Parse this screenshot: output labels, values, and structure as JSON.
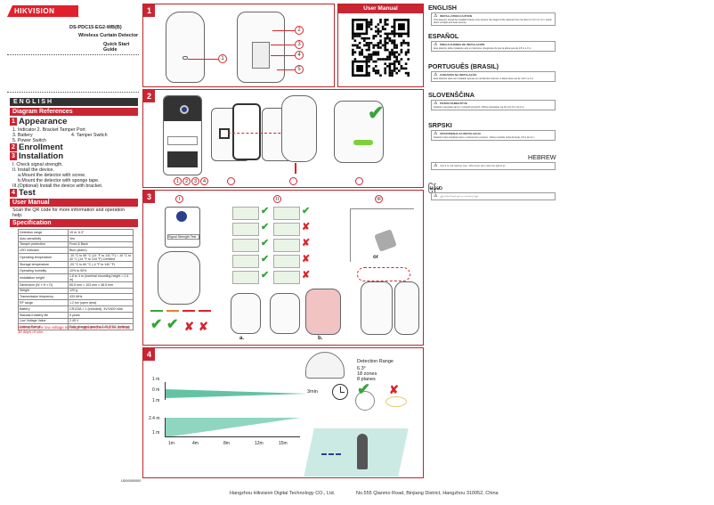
{
  "brand": {
    "logo": "HIKVISION",
    "accent": "#c92533"
  },
  "header": {
    "model": "DS-PDC15-EG2-WB(B)",
    "product": "Wireless  Curtain  Detector",
    "guide": "Quick  Start  Guide"
  },
  "left": {
    "lang_title": "ENGLISH",
    "diagram_refs": "Diagram References",
    "appearance": {
      "num": "1",
      "title": "Appearance",
      "lines": [
        "1. Indicator 2. Bracket Tamper Port",
        "3. Battery",
        "5. Power Switch"
      ],
      "tamper": "4. Tamper Switch"
    },
    "enrollment": {
      "num": "2",
      "title": "Enrollment"
    },
    "installation": {
      "num": "3",
      "title": "Installation",
      "lines": [
        "I. Check signal strength.",
        "II. Install the device.",
        "a.Mount the detector with screw.",
        "b.Mount the detector with sponge tape.",
        "III.(Optional) Install the device with bracket."
      ]
    },
    "test": {
      "num": "4",
      "title": "Test"
    },
    "user_manual": "User Manual",
    "user_manual_text": [
      "Scan the QR code for more information and operation",
      "help."
    ],
    "specification": "Specification",
    "spec_rows": [
      [
        "Detection range",
        "15 m, 6.3°"
      ],
      [
        "Auto-sensitivity",
        "Yes"
      ],
      [
        "Tamper protection",
        "Front & Back"
      ],
      [
        "LED Indicator",
        "Blue (alarm)"
      ],
      [
        "Operating temperature",
        "-10 °C to 55 °C (14 °F to 131 °F)\n-10 °C to 40 °C (14 °F to 104 °F) Certified"
      ],
      [
        "Storage temperature",
        "-20 °C to 60 °C (-4 °F to 140 °F)"
      ],
      [
        "Operating humidity",
        "10% to 90%"
      ],
      [
        "Installation height",
        "1.8 to 3 m (nominal mounting height = 2.4 m)"
      ],
      [
        "Dimension (W × H × D)",
        "65.5 mm × 103 mm × 48.5 mm"
      ],
      [
        "Weight",
        "120 g"
      ],
      [
        "Transmission frequency",
        "433 MHz"
      ],
      [
        "RF range",
        "1.2 km (open area)"
      ],
      [
        "Battery",
        "CR123A × 1 (included), 3V/1600 mAh"
      ],
      [
        "Standard battery life",
        "5 years"
      ],
      [
        "Low Voltage Value",
        "2.45 V"
      ],
      [
        "Voltage Range",
        "Fully charged (new) is 2.45 V DC (battery)"
      ]
    ],
    "note": "Note: when the low voltage message appears there will be at least 30 days of use.",
    "part_no": "UD00000000"
  },
  "panels": {
    "p1": {
      "num": "1",
      "callouts": [
        "1",
        "2",
        "3",
        "4",
        "5"
      ]
    },
    "p2": {
      "num": "2",
      "steps": [
        "1",
        "2",
        "3",
        "4"
      ]
    },
    "p3": {
      "num": "3",
      "sub": [
        "I",
        "II",
        "III"
      ],
      "mount": [
        "a.",
        "b."
      ],
      "or": "or",
      "signal_label": "Signal Strength Test"
    },
    "p4": {
      "num": "4",
      "range_title": "Detection Range",
      "range_lines": [
        "6.3°",
        "18 zones",
        "8 planes"
      ],
      "time": "3min",
      "side_axis": [
        "1 m",
        "0 m",
        "1 m"
      ],
      "top_axis": [
        "2.4 m",
        "1 m"
      ],
      "distance_axis": [
        "1m",
        "4m",
        "8m",
        "12m",
        "15m"
      ]
    }
  },
  "qr": {
    "title": "User  Manual"
  },
  "languages": [
    {
      "name": "ENGLISH",
      "box_title": "INSTALLATION CAUTION",
      "box_text": "This detector should be installed indoors only. Ensure the height of the detector from the floor is 1.8 m to 3 m. Avoid direct sunlight and heat sources."
    },
    {
      "name": "ESPAÑOL",
      "box_title": "PRECAUCIONES DE INSTALACIÓN",
      "box_text": "Este detector debe instalarse solo en interiores. Asegúrese de que la altura sea de 1.8 m a 3 m."
    },
    {
      "name": "PORTUGUÊS (BRASIL)",
      "box_title": "CUIDADOS NA INSTALAÇÃO",
      "box_text": "Este detector deve ser instalado apenas em ambientes internos. A altura deve ser de 1.8 m a 3 m."
    },
    {
      "name": "SLOVENŠČINA",
      "box_title": "POZOR NAMESTITVE",
      "box_text": "Detektor namestite samo v notranjih prostorih. Višina namestitve naj bo od 1.8 m do 3 m."
    },
    {
      "name": "SRPSKI",
      "box_title": "UPOZORENJA ZA INSTALACIJU",
      "box_text": "Detektor treba instalirati samo u zatvorenom prostoru. Visina montaže treba da bude 1.8 m do 3 m."
    },
    {
      "name": "HEBREW",
      "box_title": "",
      "box_text": "יש להתקין את הגלאי בתוך מבנה בלבד. גובה ההתקנה 1.8 עד 3 מטר."
    },
    {
      "name": "မြန်မာ",
      "box_title": "",
      "box_text": "ဤစက်ကို အိမ်တွင်းတွင်သာ တပ်ဆင်ရပါမည်။"
    }
  ],
  "footer": {
    "company": "Hangzhou Hikvision Digital Technology CO., Ltd.",
    "address": "No.555 Qianmo Road, Binjiang District, Hangzhou 310052, China"
  }
}
